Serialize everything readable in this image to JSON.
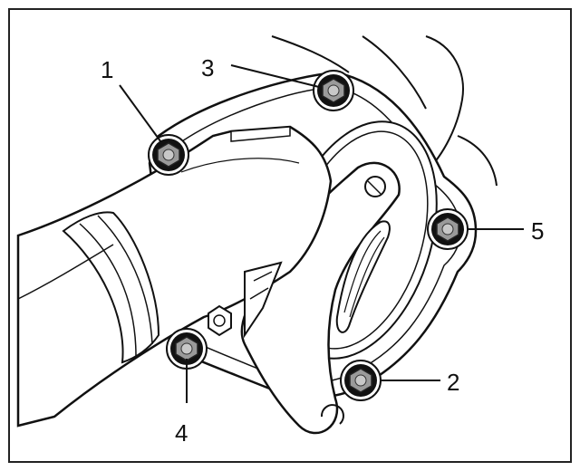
{
  "callouts": [
    {
      "label": "1"
    },
    {
      "label": "3"
    },
    {
      "label": "5"
    },
    {
      "label": "2"
    },
    {
      "label": "4"
    }
  ],
  "colors": {
    "ink": "#111111",
    "nut_fill": "#9a9a9a",
    "background": "#ffffff"
  }
}
